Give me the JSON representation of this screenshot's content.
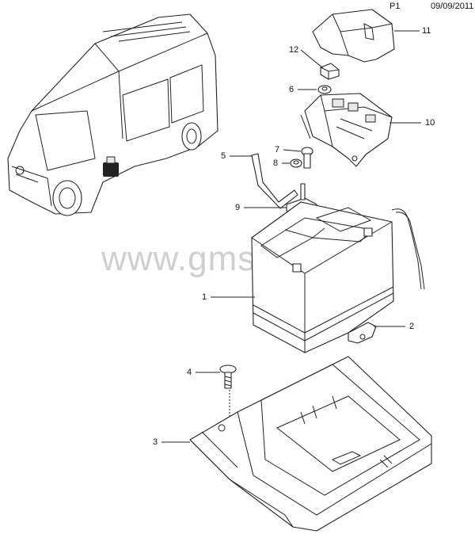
{
  "header": {
    "page": "P1",
    "date": "09/09/2011"
  },
  "watermark": "www.gmsklad.ru",
  "callouts": {
    "c1": "1",
    "c2": "2",
    "c3": "3",
    "c4": "4",
    "c5": "5",
    "c6": "6",
    "c7": "7",
    "c8": "8",
    "c9": "9",
    "c10": "10",
    "c11": "11",
    "c12": "12"
  }
}
